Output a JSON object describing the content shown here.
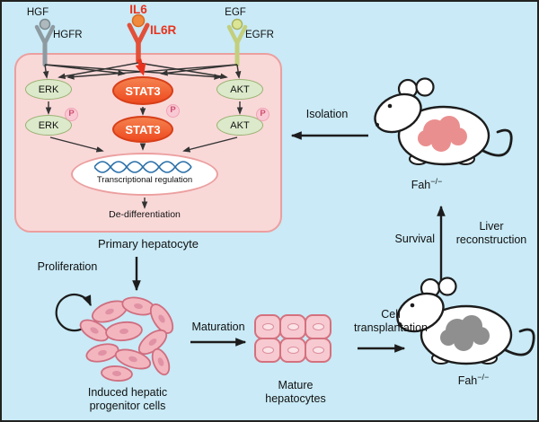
{
  "receptors": {
    "hgf": {
      "ligand": "HGF",
      "receptor": "HGFR"
    },
    "il6": {
      "ligand": "IL6",
      "receptor": "IL6R"
    },
    "egf": {
      "ligand": "EGF",
      "receptor": "EGFR"
    }
  },
  "pathway": {
    "erk": "ERK",
    "stat3": "STAT3",
    "akt": "AKT",
    "erk_p": "ERK",
    "stat3_p": "STAT3",
    "akt_p": "AKT",
    "p_badge": "P",
    "transcriptional_regulation": "Transcriptional regulation",
    "de_differentiation": "De-differentiation"
  },
  "flow": {
    "primary_hepatocyte": "Primary hepatocyte",
    "isolation": "Isolation",
    "proliferation": "Proliferation",
    "maturation": "Maturation",
    "cell_transplantation_line1": "Cell",
    "cell_transplantation_line2": "transplantation",
    "survival": "Survival",
    "liver_reconstruction_line1": "Liver",
    "liver_reconstruction_line2": "reconstruction",
    "induced_cells_line1": "Induced hepatic",
    "induced_cells_line2": "progenitor cells",
    "mature_line1": "Mature",
    "mature_line2": "hepatocytes"
  },
  "mice": {
    "top_label": "Fah",
    "top_sup": "−/−",
    "bottom_label": "Fah",
    "bottom_sup": "−/−"
  },
  "colors": {
    "background": "#c9eaf6",
    "cell_fill": "#f9d8d8",
    "cell_border": "#ec9f9f",
    "accent_red": "#e8321e",
    "stat3_orange": "#ee4a1f",
    "kinase_green": "#dce9ca",
    "phospho_pink": "#f8c9d4",
    "dna_blue": "#2a6fa8",
    "liver_healthy_pink": "#ea8f8f",
    "liver_diseased_gray": "#8f8f8f",
    "progenitor_pink": "#f3b6bf",
    "hepatocyte_pink": "#f7c9d0"
  }
}
